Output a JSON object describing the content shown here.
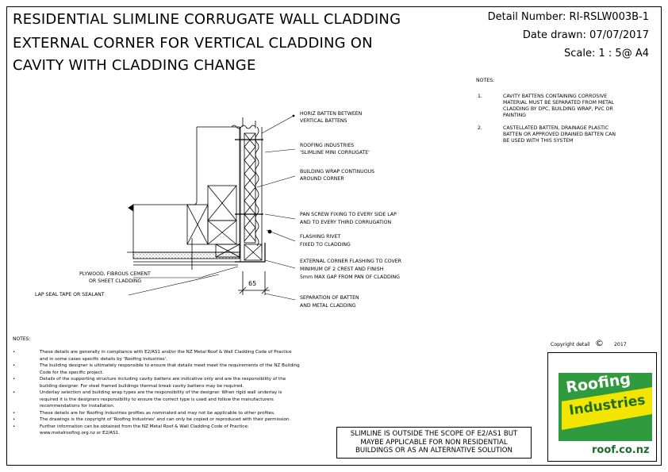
{
  "title": {
    "line1": "RESIDENTIAL SLIMLINE CORRUGATE WALL CLADDING",
    "line2": "EXTERNAL CORNER FOR VERTICAL CLADDING ON",
    "line3": "CAVITY WITH CLADDING CHANGE"
  },
  "meta": {
    "detail": "Detail Number:  RI-RSLW003B-1",
    "date": "Date drawn:  07/07/2017",
    "scale": "Scale:    1 : 5@ A4"
  },
  "notes_right": {
    "heading": "NOTES:",
    "items": [
      {
        "num": "1.",
        "text1": "CAVITY BATTENS CONTAINING CORROSIVE",
        "text2": "MATERIAL MUST BE SEPARATED FROM METAL",
        "text3": "CLADDING BY DPC, BUILDING WRAP, PVC OR",
        "text4": "PAINTING"
      },
      {
        "num": "2.",
        "text1": "CASTELLATED BATTEN, DRAINAGE PLASTIC",
        "text2": "BATTEN OR APPROVED DRAINED BATTEN CAN",
        "text3": "BE USED WITH THIS SYSTEM",
        "text4": ""
      }
    ]
  },
  "labels": {
    "horiz_batten_1": "HORIZ BATTEN BETWEEN",
    "horiz_batten_2": "VERTICAL BATTENS",
    "roofing_1": "ROOFING INDUSTRIES",
    "roofing_2": "'SLIMLINE MINI CORRUGATE'",
    "wrap_1": "BUILDING WRAP CONTINUOUS",
    "wrap_2": "AROUND CORNER",
    "pan_1": "PAN SCREW FIXING TO EVERY SIDE LAP",
    "pan_2": "AND TO EVERY THIRD CORRUGATION",
    "rivet_1": "FLASHING RIVET",
    "rivet_2": "FIXED TO CLADDING",
    "corner_1": "EXTERNAL CORNER FLASHING TO COVER",
    "corner_2": "MINIMUM OF 2 CREST AND FINISH",
    "corner_3": "5mm MAX GAP FROM PAN OF CLADDING",
    "separation_1": "SEPARATION OF BATTEN",
    "separation_2": "AND METAL CLADDING",
    "plywood_1": "PLYWOOD, FIBROUS CEMENT",
    "plywood_2": "OR SHEET CLADDING",
    "lap_seal": "LAP SEAL TAPE OR SEALANT",
    "dim": "65"
  },
  "notes_bottom": {
    "heading": "NOTES:",
    "lines": [
      "These details are generally in compliance with E2/AS1 and/or the NZ Metal Roof & Wall Cladding Code of Practice",
      "and in some cases specific details by 'Roofing Industries'.",
      "The building designer is ultimately responsible to ensure that details meet meet the requirements of the NZ Building",
      "Code for the specific project.",
      "Details of the supporting structure including cavity battens are indicative only and are the responsibility of the",
      "building designer.  For steel framed buildings thermal break cavity battens may be required.",
      "Underlay selection and building wrap types are the responsibility of the designer. When rigid wall underlay is",
      "required it is the designers responsibility to ensure the correct type is used and follow the manufacturers",
      "recommendations for installation.",
      "These details are for Roofing Industries profiles as nominated and may not be applicable to other profiles.",
      "The drawings is the copyright of 'Roofing Industries' and can only be copied or reproduced with their permission.",
      "Further information can be obtained from the  NZ Metal Roof & Wall Cladding Code of Practice:",
      "www.metalroofing.org.nz or E2/AS1."
    ],
    "bullets": [
      0,
      2,
      4,
      6,
      9,
      10,
      11
    ]
  },
  "copyright": {
    "text": "Copyright detail",
    "symbol": "©",
    "year": "2017"
  },
  "disclaimer": {
    "line1": "SLIMLINE IS OUTSIDE THE SCOPE OF E2/AS1 BUT",
    "line2": "MAYBE APPLICABLE FOR NON RESIDENTIAL",
    "line3": "BUILDINGS OR AS AN ALTERNATIVE SOLUTION"
  },
  "logo": {
    "word1": "Roofing",
    "word2": "Industries",
    "url": "roof.co.nz",
    "colors": {
      "green": "#2f9b3e",
      "yellow": "#f2e600",
      "dark": "#1f6b2b"
    }
  }
}
